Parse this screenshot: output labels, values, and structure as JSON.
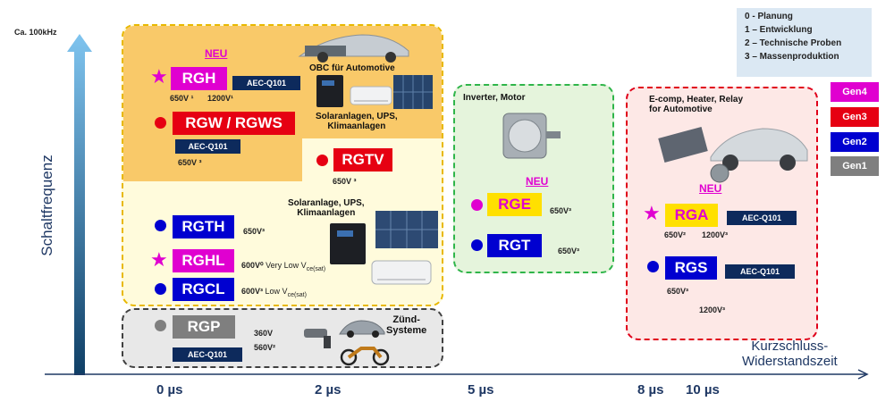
{
  "axis": {
    "y_label": "Schaltfrequenz",
    "y_top_label": "Ca. 100kHz",
    "x_label_line1": "Kurzschluss-",
    "x_label_line2": "Widerstandszeit",
    "x_ticks": [
      "0 µs",
      "2 µs",
      "5 µs",
      "8 µs",
      "10 µs"
    ]
  },
  "legend": {
    "stages": [
      "0 - Planung",
      "1 – Entwicklung",
      "2 – Technische Proben",
      "3 – Massenproduktion"
    ],
    "gens": [
      {
        "label": "Gen4",
        "color": "#e000d0"
      },
      {
        "label": "Gen3",
        "color": "#e60012"
      },
      {
        "label": "Gen2",
        "color": "#0000d0"
      },
      {
        "label": "Gen1",
        "color": "#7f7f7f"
      }
    ]
  },
  "colors": {
    "gen4": "#e000d0",
    "gen3": "#e60012",
    "gen2": "#0000d0",
    "gen1": "#7f7f7f",
    "aec": "#0d2a5c",
    "arrow": "#1f4e79"
  },
  "group_0us": {
    "neu": "NEU",
    "obc_label": "OBC für Automotive",
    "solar1_line1": "Solaranlagen, UPS,",
    "solar1_line2": "Klimaanlagen",
    "solar2_line1": "Solaranlage, UPS,",
    "solar2_line2": "Klimaanlagen",
    "products": {
      "rgh": {
        "name": "RGH",
        "aec": "AEC-Q101",
        "v1": "650V ¹",
        "v2": "1200V¹"
      },
      "rgw": {
        "name": "RGW / RGWS",
        "aec": "AEC-Q101",
        "v1": "650V ³"
      },
      "rgtv": {
        "name": "RGTV",
        "v1": "650V ³"
      },
      "rgth": {
        "name": "RGTH",
        "v1": "650V³"
      },
      "rghl": {
        "name": "RGHL",
        "v1": "600V⁰",
        "note": "Very Low V",
        "note_sub": "ce(sat)"
      },
      "rgcl": {
        "name": "RGCL",
        "v1": "600V³",
        "note": "Low V",
        "note_sub": "ce(sat)"
      }
    }
  },
  "group_gen1": {
    "rgp": {
      "name": "RGP",
      "aec": "AEC-Q101",
      "v1": "360V",
      "v2": "560V²"
    },
    "label_line1": "Zünd-",
    "label_line2": "Systeme"
  },
  "group_5us": {
    "title": "Inverter, Motor",
    "neu": "NEU",
    "rge": {
      "name": "RGE",
      "v1": "650V³"
    },
    "rgt": {
      "name": "RGT",
      "v1": "650V³"
    }
  },
  "group_10us": {
    "title_line1": "E-comp, Heater, Relay",
    "title_line2": "for Automotive",
    "neu": "NEU",
    "rga": {
      "name": "RGA",
      "aec": "AEC-Q101",
      "v1": "650V²",
      "v2": "1200V³"
    },
    "rgs": {
      "name": "RGS",
      "aec": "AEC-Q101",
      "v1": "650V³",
      "v2": "1200V³"
    }
  }
}
